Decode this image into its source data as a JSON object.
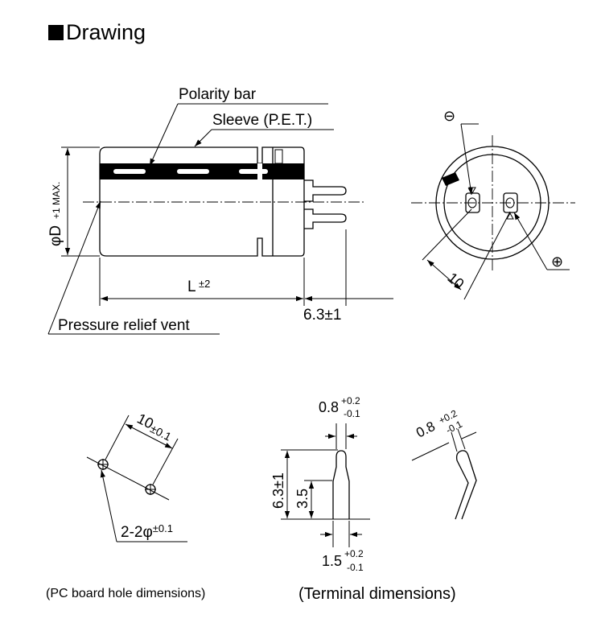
{
  "heading": "Drawing",
  "side_view": {
    "polarity_bar": "Polarity bar",
    "sleeve": "Sleeve (P.E.T.)",
    "diameter_phi": "φD",
    "diameter_tol": "+1 MAX.",
    "length_L": "L",
    "length_tol": "±2",
    "lead_length": "6.3±1",
    "vent": "Pressure relief vent"
  },
  "bottom_view": {
    "negative_symbol": "⊖",
    "positive_symbol": "⊕",
    "pitch": "10"
  },
  "pcb": {
    "pitch": "10",
    "pitch_tol": "±0.1",
    "holes_prefix": "2-2",
    "holes_phi": "φ",
    "holes_tol": "±0.1",
    "caption": "(PC board hole dimensions)"
  },
  "terminal": {
    "width_value": "0.8",
    "width_plus": "+0.2",
    "width_minus": "-0.1",
    "height_value": "6.3±1",
    "taper_value": "3.5",
    "base_value": "1.5",
    "base_plus": "+0.2",
    "base_minus": "-0.1",
    "bent_value": "0.8",
    "bent_plus": "+0.2",
    "bent_minus": "-0.1",
    "caption": "(Terminal dimensions)"
  }
}
